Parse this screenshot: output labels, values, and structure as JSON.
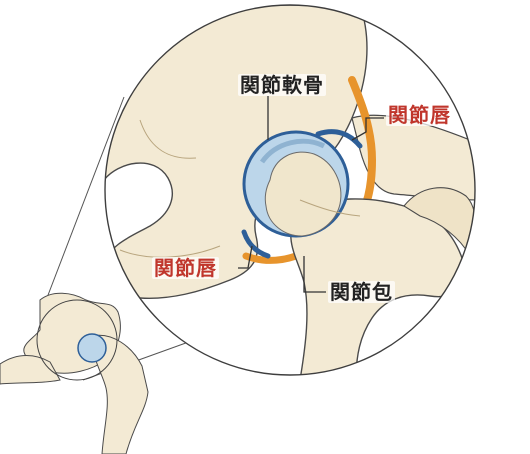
{
  "labels": {
    "cartilage": "関節軟骨",
    "labrum_right": "関節唇",
    "labrum_left": "関節唇",
    "capsule": "関節包"
  },
  "colors": {
    "background": "#ffffff",
    "bone": "#f3ead4",
    "bone_shade": "#d8c9a4",
    "outline": "#4a4a4a",
    "cartilage": "#bcd6ea",
    "cartilage_edge": "#2e5f98",
    "capsule": "#e7942c",
    "label_black": "#222222",
    "label_red": "#c0362c"
  }
}
